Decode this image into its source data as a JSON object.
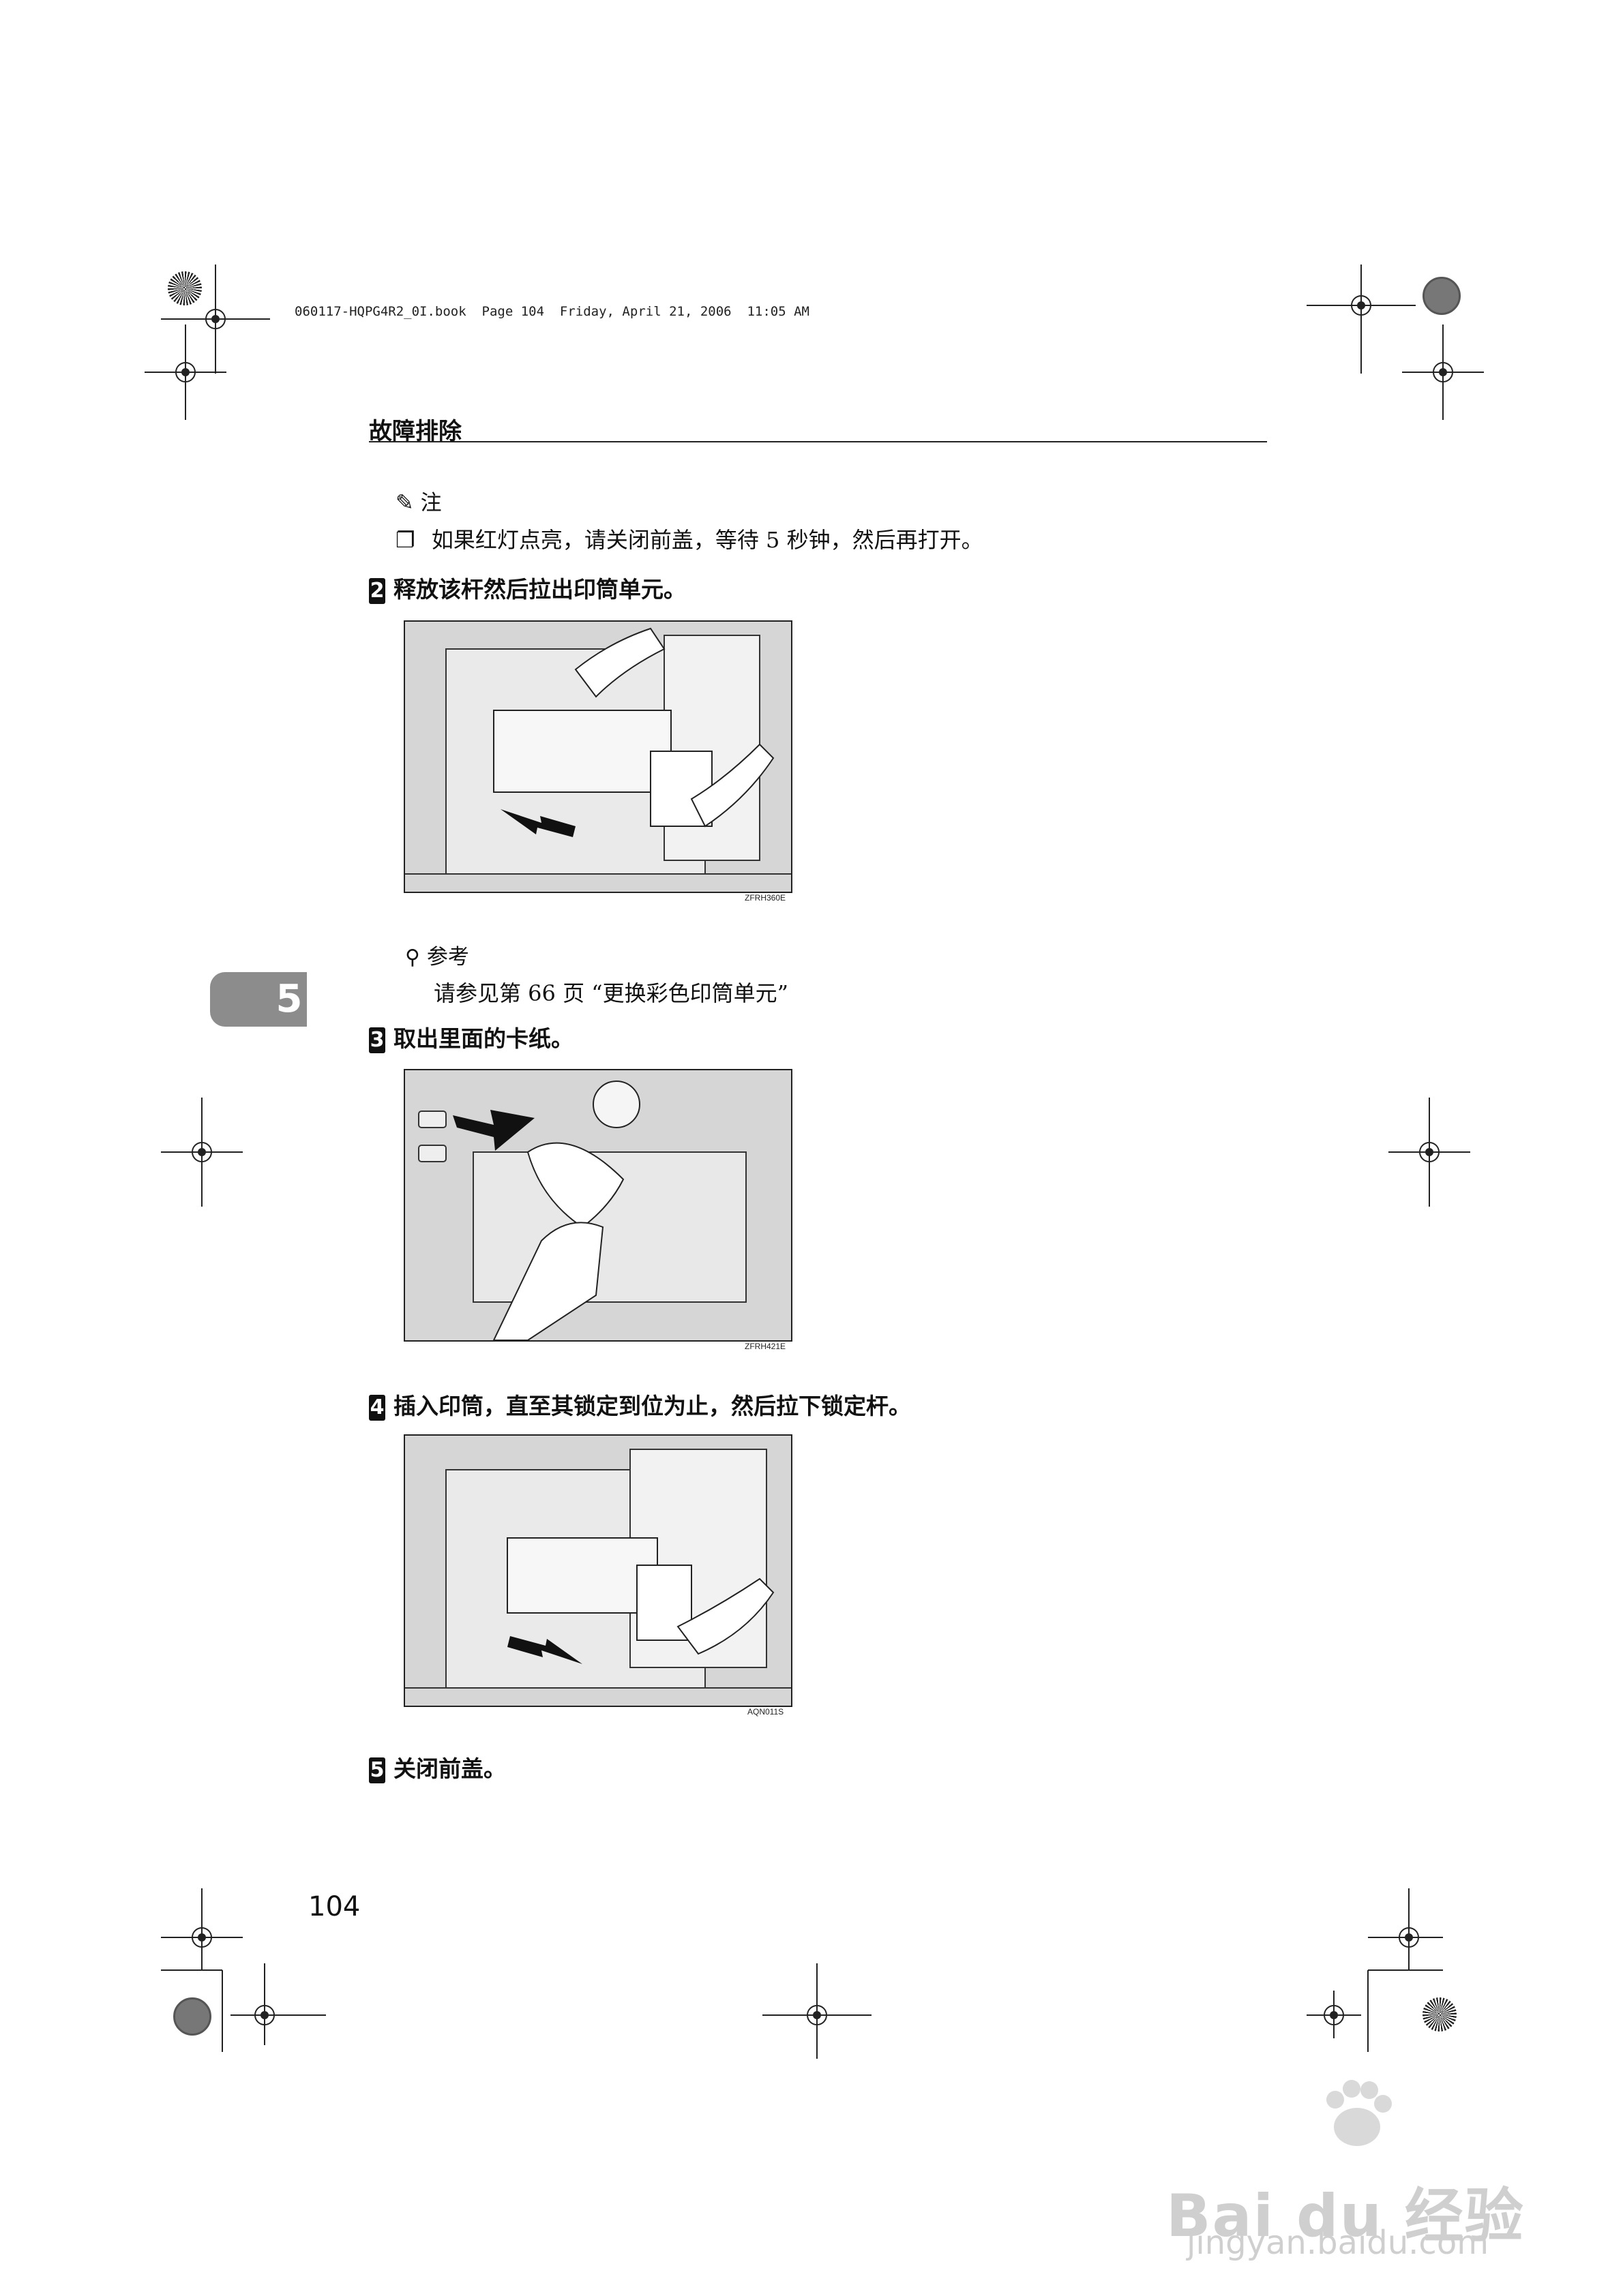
{
  "print_info": "060117-HQPG4R2_0I.book  Page 104  Friday, April 21, 2006  11:05 AM",
  "header": {
    "section_title": "故障排除"
  },
  "note": {
    "label": "注",
    "items": [
      "如果红灯点亮，请关闭前盖，等待 5 秒钟，然后再打开。"
    ],
    "bullet": "❐"
  },
  "steps": [
    {
      "number": "2",
      "text": "释放该杆然后拉出印筒单元。",
      "figure_code": "ZFRH360E"
    },
    {
      "number": "3",
      "text": "取出里面的卡纸。",
      "figure_code": "ZFRH421E"
    },
    {
      "number": "4",
      "text": "插入印筒，直至其锁定到位为止，然后拉下锁定杆。",
      "figure_code": "AQN011S"
    },
    {
      "number": "5",
      "text": "关闭前盖。"
    }
  ],
  "reference": {
    "label": "参考",
    "text": "请参见第 66 页 “更换彩色印筒单元”"
  },
  "chapter_tab": {
    "number": "5"
  },
  "page_number": "104",
  "watermark": {
    "brand": "Bai du 经验",
    "url": "jingyan.baidu.com"
  },
  "colors": {
    "tab": "#8c8c8c",
    "figure_bg": "#d6d6d6",
    "ink": "#111111"
  },
  "icons": {
    "note": "pencil-icon",
    "reference": "magnifier-icon"
  }
}
